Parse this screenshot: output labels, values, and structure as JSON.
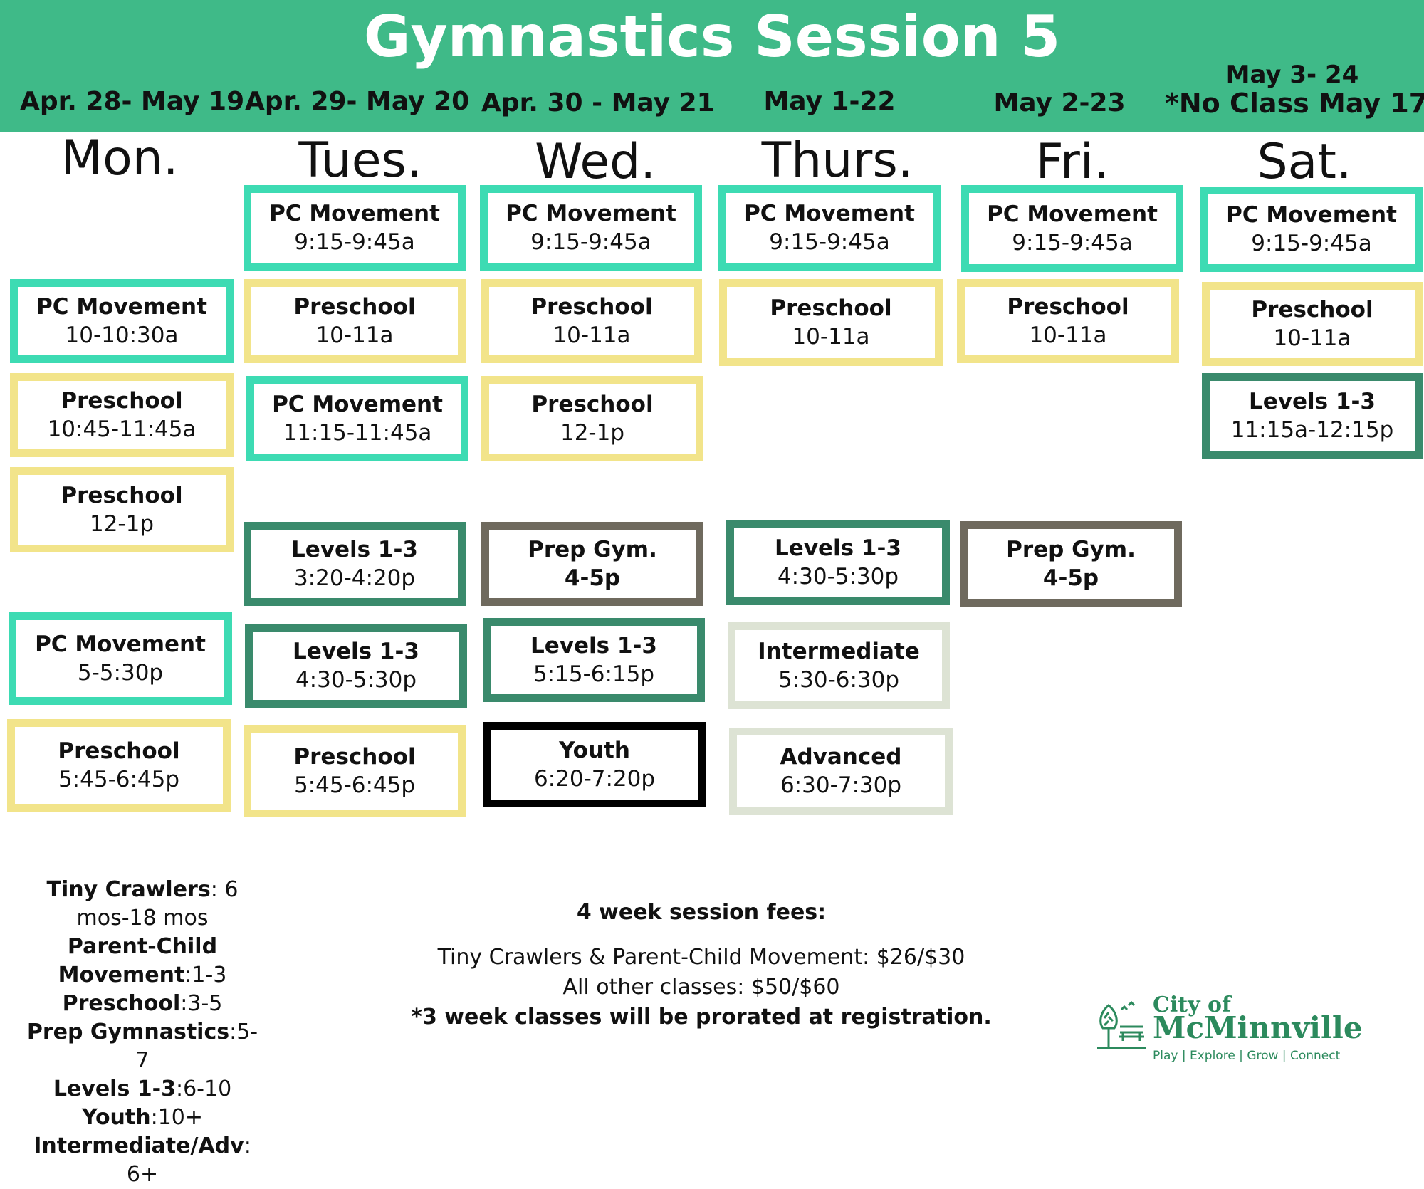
{
  "title": "Gymnastics Session 5",
  "dates": {
    "mon": "Apr. 28- May 19",
    "tue": "Apr. 29- May 20",
    "wed": "Apr. 30 - May 21",
    "thu": "May 1-22",
    "fri": "May 2-23",
    "sat_line1": "May 3- 24",
    "sat_line2": "*No Class May 17"
  },
  "days": {
    "mon": "Mon.",
    "tue": "Tues.",
    "wed": "Wed.",
    "thu": "Thurs.",
    "fri": "Fri.",
    "sat": "Sat."
  },
  "classes": {
    "mon": [
      {
        "name": "PC Movement",
        "time": "10-10:30a"
      },
      {
        "name": "Preschool",
        "time": "10:45-11:45a"
      },
      {
        "name": "Preschool",
        "time": "12-1p"
      },
      {
        "name": "PC Movement",
        "time": "5-5:30p"
      },
      {
        "name": "Preschool",
        "time": "5:45-6:45p"
      }
    ],
    "tue": [
      {
        "name": "PC Movement",
        "time": "9:15-9:45a"
      },
      {
        "name": "Preschool",
        "time": "10-11a"
      },
      {
        "name": "PC Movement",
        "time": "11:15-11:45a"
      },
      {
        "name": "Levels 1-3",
        "time": "3:20-4:20p"
      },
      {
        "name": "Levels 1-3",
        "time": "4:30-5:30p"
      },
      {
        "name": "Preschool",
        "time": "5:45-6:45p"
      }
    ],
    "wed": [
      {
        "name": "PC Movement",
        "time": "9:15-9:45a"
      },
      {
        "name": "Preschool",
        "time": "10-11a"
      },
      {
        "name": "Preschool",
        "time": "12-1p"
      },
      {
        "name": "Prep Gym.",
        "time": "4-5p"
      },
      {
        "name": "Levels 1-3",
        "time": "5:15-6:15p"
      },
      {
        "name": "Youth",
        "time": "6:20-7:20p"
      }
    ],
    "thu": [
      {
        "name": "PC Movement",
        "time": "9:15-9:45a"
      },
      {
        "name": "Preschool",
        "time": "10-11a"
      },
      {
        "name": "Levels 1-3",
        "time": "4:30-5:30p"
      },
      {
        "name": "Intermediate",
        "time": "5:30-6:30p"
      },
      {
        "name": "Advanced",
        "time": "6:30-7:30p"
      }
    ],
    "fri": [
      {
        "name": "PC Movement",
        "time": "9:15-9:45a"
      },
      {
        "name": "Preschool",
        "time": "10-11a"
      },
      {
        "name": "Prep Gym.",
        "time": "4-5p"
      }
    ],
    "sat": [
      {
        "name": "PC Movement",
        "time": "9:15-9:45a"
      },
      {
        "name": "Preschool",
        "time": "10-11a"
      },
      {
        "name": "Levels 1-3",
        "time": "11:15a-12:15p"
      }
    ]
  },
  "ages": [
    {
      "label": "Tiny Crawlers",
      "value": ": 6 mos-18 mos"
    },
    {
      "label": "Parent-Child Movement",
      "value": ":1-3"
    },
    {
      "label": "Preschool",
      "value": ":3-5"
    },
    {
      "label": "Prep Gymnastics",
      "value": ":5-7"
    },
    {
      "label": "Levels 1-3",
      "value": ":6-10"
    },
    {
      "label": "Youth",
      "value": ":10+"
    },
    {
      "label": "Intermediate/Adv",
      "value": ": 6+"
    }
  ],
  "fees": {
    "title": "4 week session fees:",
    "line1": "Tiny Crawlers & Parent-Child Movement: $26/$30",
    "line2": "All other classes: $50/$60",
    "line3": "*3 week classes will be prorated at registration."
  },
  "logo": {
    "city": "City of",
    "name": "McMinnville",
    "tagline": "Play | Explore | Grow | Connect",
    "color": "#2c8a5d"
  },
  "colors": {
    "header": "#3fba88",
    "pc_movement": "#3ddbb3",
    "preschool": "#f2e48a",
    "levels": "#3a8a6c",
    "prep_gym": "#6f6a5e",
    "intermediate_advanced": "#dde3d4",
    "youth": "#000000"
  }
}
